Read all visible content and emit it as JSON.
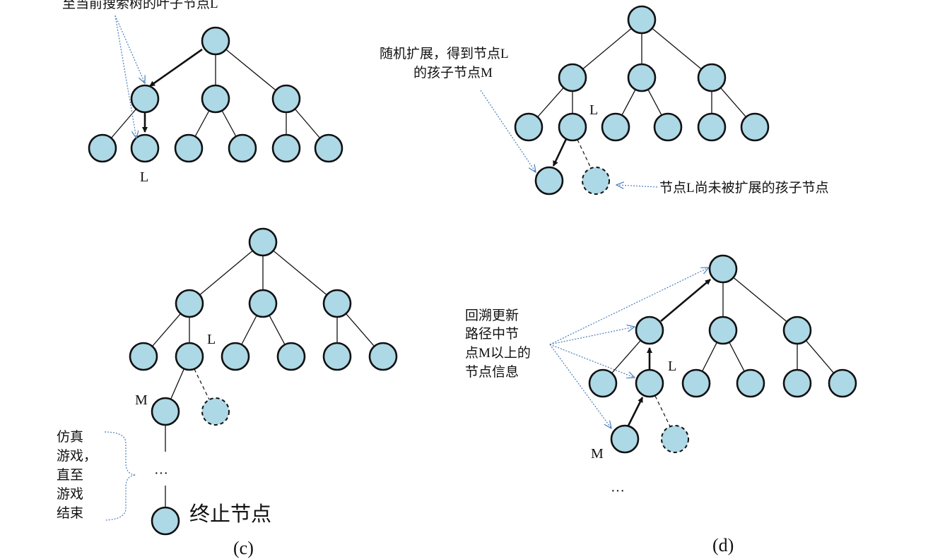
{
  "colors": {
    "node_fill": "#add8e6",
    "node_stroke": "#111111",
    "annotation_arrow": "#4a7ebb",
    "text": "#111111"
  },
  "panel_a": {
    "annotation": "至当前搜索树的叶子节点L",
    "node_label_L": "L"
  },
  "panel_b": {
    "annotation_line1": "随机扩展，得到节点L",
    "annotation_line2": "的孩子节点M",
    "node_label_L": "L",
    "unexpanded_annotation": "节点L尚未被扩展的孩子节点"
  },
  "panel_c": {
    "node_label_L": "L",
    "node_label_M": "M",
    "ellipsis": "···",
    "simulation_lines": [
      "仿真",
      "游戏，",
      "直至",
      "游戏",
      "结束"
    ],
    "terminal_label": "终止节点",
    "caption": "(c)"
  },
  "panel_d": {
    "annotation_lines": [
      "回溯更新",
      "路径中节",
      "点M以上的",
      "节点信息"
    ],
    "node_label_L": "L",
    "node_label_M": "M",
    "ellipsis": "···",
    "caption": "(d)"
  }
}
